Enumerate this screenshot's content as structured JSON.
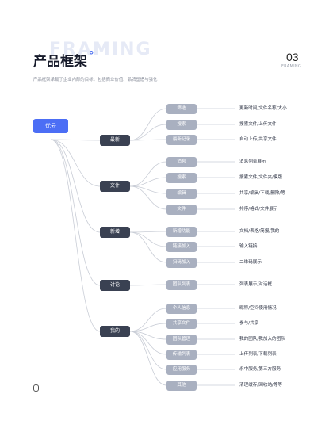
{
  "header": {
    "watermark": "FRAMING",
    "title": "产品框架",
    "subtitle": "产品框架承载了企业内部的目标，包括商业价值、品牌塑造与强化",
    "page_number": "03",
    "page_label": "FRAMING"
  },
  "diagram": {
    "root": "优云",
    "categories": [
      {
        "label": "最新",
        "items": [
          {
            "label": "筛选",
            "desc": "更新时间/文件名称/大小"
          },
          {
            "label": "搜索",
            "desc": "搜索文件/上传文件"
          },
          {
            "label": "最新记录",
            "desc": "自动上传/共享文件"
          }
        ]
      },
      {
        "label": "文件",
        "items": [
          {
            "label": "消息",
            "desc": "消息列表展示"
          },
          {
            "label": "搜索",
            "desc": "搜索文件/文件夹/模版"
          },
          {
            "label": "编辑",
            "desc": "共享/编辑/下载/删除/等"
          },
          {
            "label": "文件",
            "desc": "排序/格式/文件展示"
          }
        ]
      },
      {
        "label": "新增",
        "items": [
          {
            "label": "新增功能",
            "desc": "文档/表格/简报/我的"
          },
          {
            "label": "链接加入",
            "desc": "输入链接"
          },
          {
            "label": "扫码加入",
            "desc": "二维码展示"
          }
        ]
      },
      {
        "label": "讨论",
        "items": [
          {
            "label": "团队列表",
            "desc": "列表展示/对话框"
          }
        ]
      },
      {
        "label": "我的",
        "items": [
          {
            "label": "个人信息",
            "desc": "昵称/空间使用情况"
          },
          {
            "label": "共享文件",
            "desc": "参与/共享"
          },
          {
            "label": "团队管理",
            "desc": "我的团队/我加入的团队"
          },
          {
            "label": "传输列表",
            "desc": "上传列表/下载列表"
          },
          {
            "label": "应用服务",
            "desc": "永中服务/第三方服务"
          },
          {
            "label": "其他",
            "desc": "清理缓存/回收站/等等"
          }
        ]
      }
    ]
  },
  "colors": {
    "root": "#4c6ef5",
    "category": "#3a4152",
    "leaf": "#a9b0c0",
    "connector": "#c9cdd6"
  }
}
